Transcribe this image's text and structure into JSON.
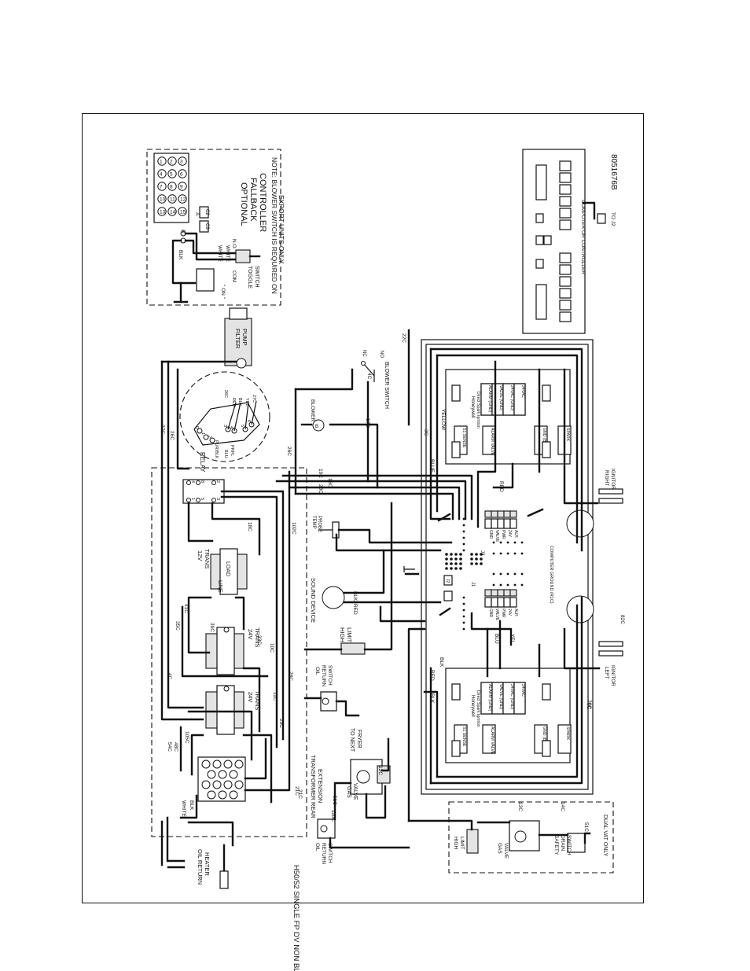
{
  "drawing_number": "8051676B",
  "title": "H50/52 SINGLE FP DV NON BL",
  "fallback": {
    "title_line1": "OPTIONAL",
    "title_line2": "FALLBACK",
    "title_line3": "CONTROLLER",
    "note_line1": "NOTE: BLOWER SWITCH IS REQUIRED ON",
    "note_line2": "EXPORT UNITS ONLY.",
    "toggle_line1": "TOGGLE",
    "toggle_line2": "SWITCH",
    "on_label": "\" ON \"",
    "com_label": "COM",
    "no_label": "N.O.",
    "white_label": "WHITE",
    "blk_label": "BLK",
    "a_label": "A",
    "b_label": "B",
    "c2_label": "C2",
    "c3_label": "C3",
    "keypad_keys": [
      "1",
      "2",
      "3",
      "4",
      "5",
      "6",
      "7",
      "8",
      "9",
      "10",
      "11",
      "12",
      "13",
      "14",
      "15"
    ]
  },
  "computer": {
    "label": "COMPUTER OR CONTROLLER",
    "to_j2": "TO J2"
  },
  "filter_pump": {
    "line1": "FILTER",
    "line2": "PUMP"
  },
  "motor_terminals": [
    "D",
    "1",
    "2",
    "3",
    "4",
    "5",
    "6"
  ],
  "motor_wires": [
    "26C",
    "RED",
    "BLK",
    "YEL",
    "27C",
    "PUR/BLK",
    "BLU",
    "PRPL"
  ],
  "relay_label": "RELAY",
  "relay_pins": [
    "4",
    "8",
    "2",
    "1",
    "5",
    "3"
  ],
  "transformers": {
    "t12v_line1": "12V",
    "t12v_line2": "TRANS",
    "load_label": "LOAD",
    "line_label": "LINE",
    "t24v_a_line1": "24V",
    "t24v_a_line2": "TRANS",
    "t24v_b_line1": "24V",
    "t24v_b_line2": "TRANS"
  },
  "blower_label": "BLOWER",
  "blower_switch_label": "BLOWER SWITCH",
  "nc_label": "NC",
  "no_label": "NO",
  "temp_probe": {
    "line1": "TEMP",
    "line2": "PROBE"
  },
  "sound_device": "SOUND DEVICE",
  "high_limit": {
    "line1": "HIGH",
    "line2": "LIMIT"
  },
  "oil_return_switch": {
    "line1": "OIL",
    "line2": "RETURN",
    "line3": "SWITCH"
  },
  "to_next_fryer": {
    "line1": "TO NEXT",
    "line2": "FRYER"
  },
  "gas_valve": {
    "line1": "GAS",
    "line2": "VALVE"
  },
  "transformer_rear": {
    "line1": "TRANSFORMER REAR",
    "line2": "EXTENSION"
  },
  "oil_return_heater": {
    "line1": "OIL RETURN",
    "line2": "HEATER"
  },
  "ignition": {
    "brand": "Honeywell",
    "model": "Direct Spark Ignition",
    "terminals_right": [
      "ALARM (GND)",
      "VALVE (GND)",
      "24VAC (GND)",
      "24VAC"
    ],
    "terminals_left": [
      "S1 SENSE",
      "ALARM VALVE",
      "GND (BURNER)",
      "SPARK"
    ]
  },
  "left_ignitor": {
    "line1": "LEFT",
    "line2": "IGNITOR"
  },
  "right_ignitor": {
    "line1": "RIGHT",
    "line2": "IGNITOR"
  },
  "computer_ground": "COMPUTER GROUND (R1C)",
  "j3_label": "J3",
  "j1_label": "J1",
  "j2_label": "J2",
  "interface_rows": [
    "GND",
    "VALVE",
    "PWR",
    "24V",
    "ALR"
  ],
  "dual_vat": {
    "label": "DUAL VAT ONLY",
    "high_limit_line1": "HIGH",
    "high_limit_line2": "LIMIT",
    "gas_valve_line1": "GAS",
    "gas_valve_line2": "VALVE",
    "safety_line1": "SAFETY",
    "safety_line2": "DRAIN",
    "safety_line3": "SWITCH"
  },
  "wire_labels": [
    "27C",
    "26C",
    "26C",
    "18C",
    "19C",
    "102C",
    "23C",
    "21C",
    "16C",
    "17C",
    "4C",
    "22C",
    "4C",
    "35C",
    "41C",
    "39C",
    "23C",
    "10C",
    "28C",
    "11C",
    "25C",
    "12C",
    "54C",
    "48C",
    "105C",
    "21C",
    "110C",
    "51C",
    "13C",
    "14C",
    "51C",
    "30C",
    "82C",
    "BLK",
    "RED",
    "RED",
    "BLK",
    "YEL",
    "BLU",
    "BLUE",
    "YELLOW",
    "RED",
    "BLK",
    "WHITE",
    "BLK",
    "3C",
    "0C"
  ],
  "colors": {
    "line": "#111111",
    "fill": "#ffffff",
    "component_fill": "#e4e4e4"
  }
}
